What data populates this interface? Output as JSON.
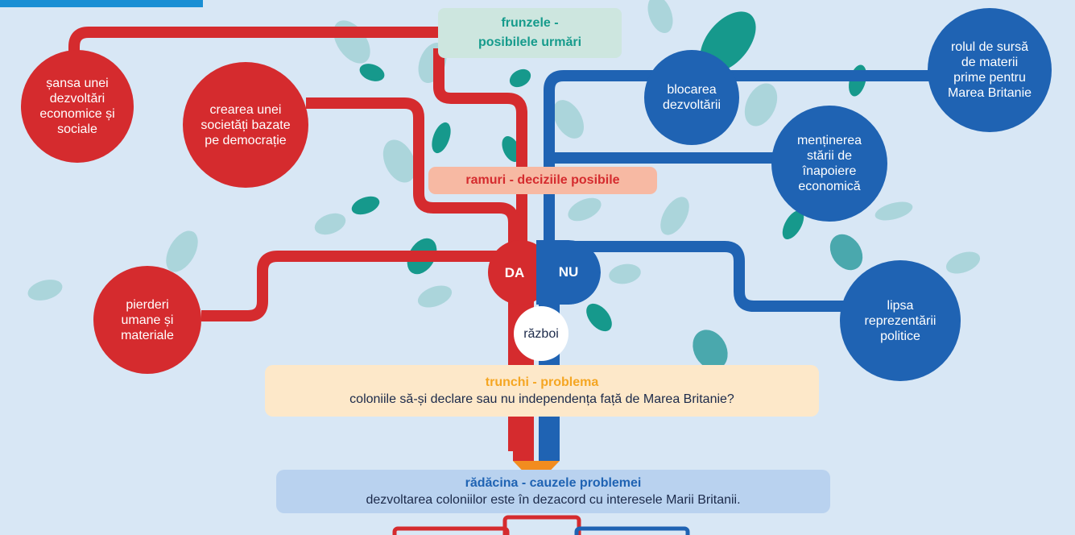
{
  "colors": {
    "background": "#d8e7f5",
    "red": "#d52b2e",
    "blue": "#1f63b3",
    "leaf_dark": "#16998c",
    "leaf_light": "#a6d3d9",
    "pencil_tip": "#f28c1f",
    "orange_text": "#f5a623",
    "teal_text": "#169b8c"
  },
  "leaves": {
    "title": "frunzele -",
    "subtitle": "posibilele urmări"
  },
  "branches": {
    "title": "ramuri - deciziile posibile"
  },
  "trunk": {
    "title": "trunchi - problema",
    "text": "coloniile să-și declare sau nu independența față de Marea Britanie?"
  },
  "root": {
    "title": "rădăcina - cauzele problemei",
    "text": "dezvoltarea coloniilor este în dezacord cu interesele Marii Britanii."
  },
  "decision": {
    "yes": "DA",
    "no": "NU",
    "center": "război"
  },
  "outcomes_da": [
    "șansa unei dezvoltări economice și sociale",
    "crearea unei societăți bazate pe democrație",
    "pierderi umane și materiale"
  ],
  "outcomes_nu": [
    "blocarea dezvoltării",
    "rolul de sursă de materii prime pentru Marea Britanie",
    "menținerea stării de înapoiere economică",
    "lipsa reprezentării politice"
  ]
}
